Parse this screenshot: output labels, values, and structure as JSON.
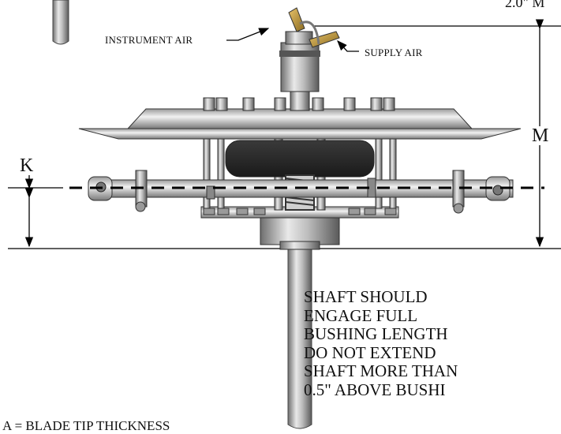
{
  "callouts": {
    "instrument_air": "INSTRUMENT AIR",
    "supply_air": "SUPPLY AIR",
    "top_fragment": "2.0\" M"
  },
  "dimensions": {
    "k": "K",
    "m": "M"
  },
  "note": {
    "lines": [
      "SHAFT SHOULD",
      "ENGAGE FULL",
      "BUSHING LENGTH",
      "DO NOT EXTEND",
      "SHAFT MORE THAN",
      "0.5\" ABOVE BUSHI"
    ]
  },
  "legend": {
    "a": "A = BLADE TIP THICKNESS"
  }
}
